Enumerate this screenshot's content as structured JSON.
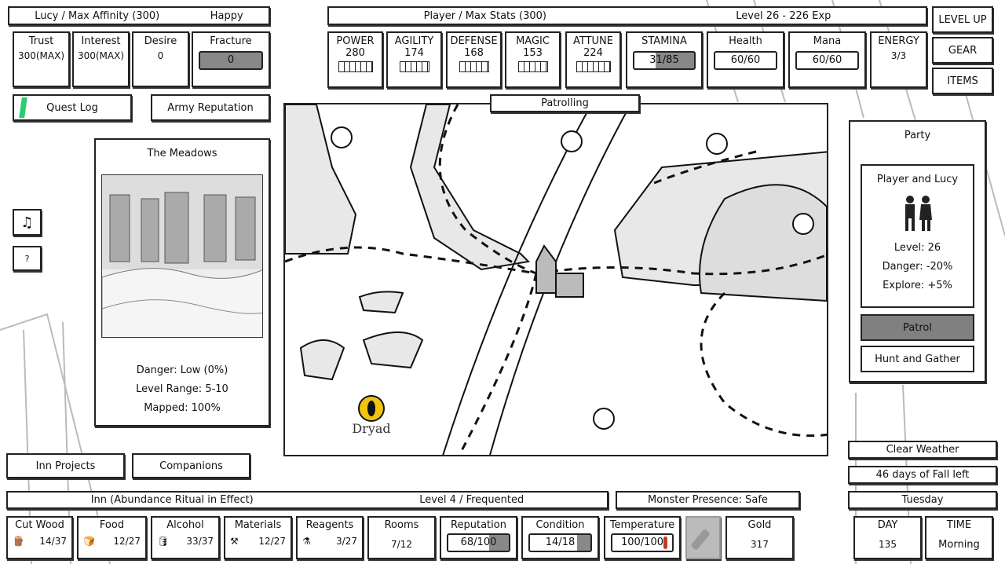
{
  "affinity": {
    "title": "Lucy / Max Affinity (300)",
    "mood": "Happy",
    "stats": [
      {
        "label": "Trust",
        "value": "300(MAX)"
      },
      {
        "label": "Interest",
        "value": "300(MAX)"
      },
      {
        "label": "Desire",
        "value": "0"
      }
    ],
    "fracture": {
      "label": "Fracture",
      "value": "0"
    }
  },
  "quest_log": "Quest Log",
  "army_reputation": "Army Reputation",
  "location": {
    "name": "The Meadows",
    "danger": "Danger: Low (0%)",
    "level_range": "Level Range: 5-10",
    "mapped": "Mapped: 100%"
  },
  "side_buttons": {
    "music": "♫",
    "help": "?"
  },
  "player": {
    "title": "Player / Max Stats (300)",
    "level": "Level 26 - 226 Exp",
    "stats": [
      {
        "label": "POWER",
        "value": "280"
      },
      {
        "label": "AGILITY",
        "value": "174"
      },
      {
        "label": "DEFENSE",
        "value": "168"
      },
      {
        "label": "MAGIC",
        "value": "153"
      },
      {
        "label": "ATTUNE",
        "value": "224"
      }
    ],
    "stamina": {
      "label": "STAMINA",
      "value": "31/85",
      "fraction": 0.36
    },
    "health": {
      "label": "Health",
      "value": "60/60",
      "fraction": 1
    },
    "mana": {
      "label": "Mana",
      "value": "60/60",
      "fraction": 1
    },
    "energy": {
      "label": "ENERGY",
      "value": "3/3"
    }
  },
  "menu": {
    "level_up": "LEVEL UP",
    "gear": "GEAR",
    "items": "ITEMS"
  },
  "map": {
    "status": "Patrolling",
    "marker_label": "Dryad"
  },
  "party": {
    "title": "Party",
    "card_title": "Player and Lucy",
    "level": "Level: 26",
    "danger": "Danger: -20%",
    "explore": "Explore: +5%",
    "patrol": "Patrol",
    "hunt": "Hunt and Gather"
  },
  "weather": "Clear Weather",
  "season": "46 days of Fall left",
  "weekday": "Tuesday",
  "inn_projects": "Inn Projects",
  "companions": "Companions",
  "inn": {
    "title": "Inn (Abundance Ritual in Effect)",
    "level": "Level 4 / Frequented",
    "monster": "Monster Presence: Safe"
  },
  "resources": [
    {
      "label": "Cut Wood",
      "value": "14/37",
      "icon": "🪵"
    },
    {
      "label": "Food",
      "value": "12/27",
      "icon": "🍞"
    },
    {
      "label": "Alcohol",
      "value": "33/37",
      "icon": "🛢"
    },
    {
      "label": "Materials",
      "value": "12/27",
      "icon": "⚒"
    },
    {
      "label": "Reagents",
      "value": "3/27",
      "icon": "⚗"
    }
  ],
  "rooms": {
    "label": "Rooms",
    "value": "7/12"
  },
  "reputation": {
    "label": "Reputation",
    "value": "68/100",
    "fraction": 0.68
  },
  "condition": {
    "label": "Condition",
    "value": "14/18",
    "fraction": 0.78
  },
  "temperature": {
    "label": "Temperature",
    "value": "100/100",
    "fraction": 1
  },
  "gold": {
    "label": "Gold",
    "value": "317"
  },
  "day": {
    "label": "DAY",
    "value": "135"
  },
  "time": {
    "label": "TIME",
    "value": "Morning"
  },
  "colors": {
    "quest": "#2ecc71",
    "meter_empty": "#888888",
    "active_button": "#808080",
    "thermo": "#c0392b"
  }
}
